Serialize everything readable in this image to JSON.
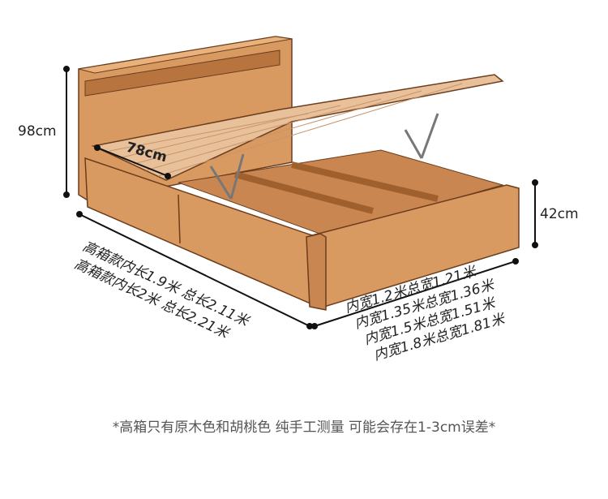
{
  "dimensions": {
    "headboard_height": "98cm",
    "bed_height": "42cm",
    "lift_depth": "78cm",
    "length_notes": [
      "高箱款内长1.9米 总长2.11米",
      "高箱款内长2米 总长2.21米"
    ],
    "width_notes": [
      "内宽1.2米总宽1.21米",
      "内宽1.35米总宽1.36米",
      "内宽1.5米总宽1.51米",
      "内宽1.8米总宽1.81米"
    ]
  },
  "caption": "*高箱只有原木色和胡桃色  纯手工测量  可能会存在1-3cm误差*",
  "colors": {
    "wood": "#d99a62",
    "wood_dark": "#b8743f",
    "slat": "#e8c09a",
    "line": "#111111"
  }
}
